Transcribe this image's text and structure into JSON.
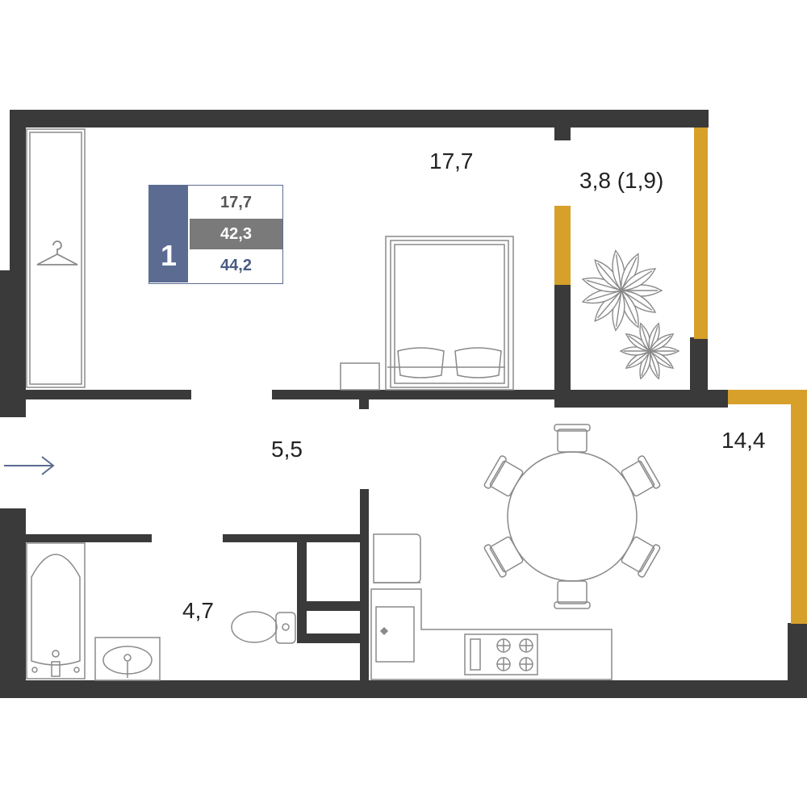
{
  "apartment": {
    "rooms": "1",
    "living_area": "17,7",
    "total_area": "42,3",
    "total_with_balcony": "44,2"
  },
  "room_labels": {
    "bedroom": "17,7",
    "balcony": "3,8 (1,9)",
    "hall": "5,5",
    "kitchen_living": "14,4",
    "bathroom": "4,7"
  },
  "colors": {
    "wall": "#3a3a3a",
    "window": "#d6a02a",
    "furniture_stroke": "#8a8a8a",
    "badge_accent": "#5b6b92",
    "entrance_arrow": "#5b6b92"
  },
  "icons": {
    "entrance": "arrow-right-icon",
    "wardrobe": "hanger-icon",
    "plants": "plant-icon"
  }
}
